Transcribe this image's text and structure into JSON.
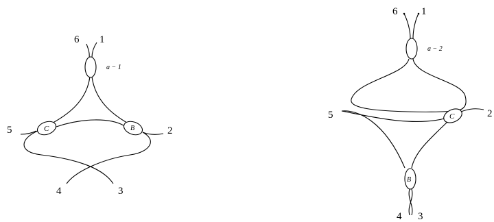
{
  "diagrams": [
    {
      "vertex_top_label": "a − 1",
      "vertex_left_label": "C",
      "vertex_right_label": "B",
      "legs": {
        "6": "6",
        "1": "1",
        "5": "5",
        "2": "2",
        "4": "4",
        "3": "3"
      }
    },
    {
      "vertex_top_label": "a − 2",
      "vertex_right_label": "C",
      "vertex_bottom_label": "B",
      "legs": {
        "6": "6",
        "1": "1",
        "5": "5",
        "2": "2",
        "4": "4",
        "3": "3"
      }
    }
  ]
}
